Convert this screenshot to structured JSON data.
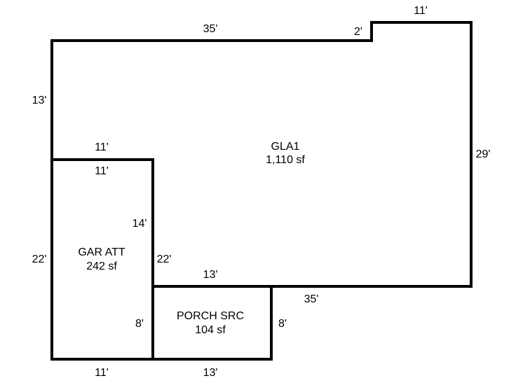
{
  "rooms": {
    "gla1": {
      "name": "GLA1",
      "area": "1,110 sf"
    },
    "garage": {
      "name": "GAR ATT",
      "area": "242 sf"
    },
    "porch": {
      "name": "PORCH SRC",
      "area": "104 sf"
    }
  },
  "dimensions": {
    "gla_top": "35'",
    "gla_step": "2'",
    "gla_top_right": "11'",
    "gla_left_upper": "13'",
    "gla_right": "29'",
    "gla_garage_top": "11'",
    "gla_bottom_right": "35'",
    "gla_inner_left": "22'",
    "gar_top": "11'",
    "gar_left": "22'",
    "gar_right_upper": "14'",
    "gar_right_lower": "8'",
    "gar_bottom": "11'",
    "porch_top": "13'",
    "porch_right": "8'",
    "porch_bottom": "13'"
  }
}
